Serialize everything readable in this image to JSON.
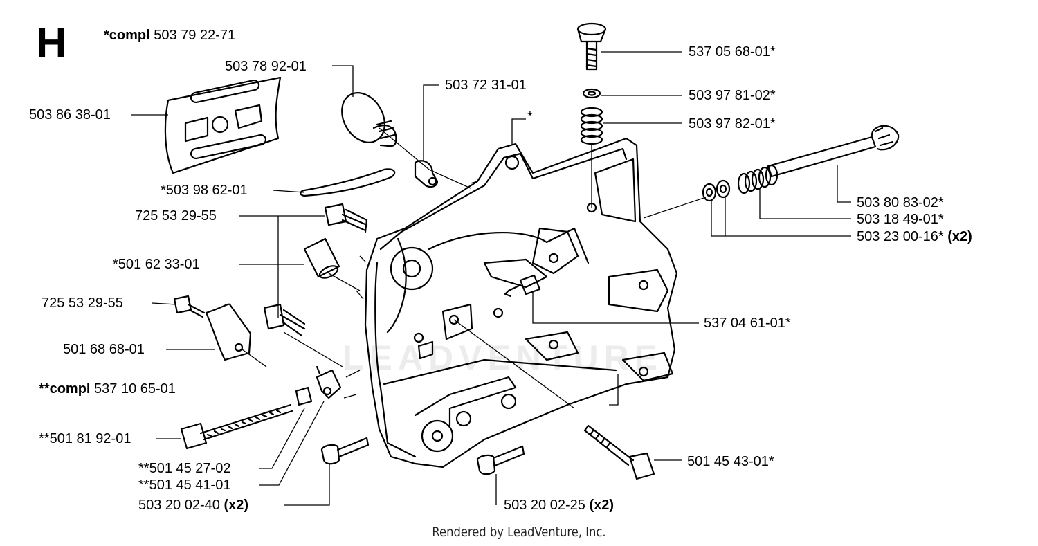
{
  "section_letter": "H",
  "footer": "Rendered by LeadVenture, Inc.",
  "watermark": "LEADVENTURE",
  "kits": [
    {
      "prefix": "*compl",
      "number": "503 79 22-71"
    },
    {
      "prefix": "**compl",
      "number": "537 10 65-01"
    }
  ],
  "parts": [
    {
      "number": "503 78 92-01",
      "qty": ""
    },
    {
      "number": "503 72 31-01",
      "qty": ""
    },
    {
      "number": "503 86 38-01",
      "qty": ""
    },
    {
      "number": "*",
      "qty": ""
    },
    {
      "number": "*503 98 62-01",
      "qty": ""
    },
    {
      "number": "725 53 29-55",
      "qty": ""
    },
    {
      "number": "*501 62 33-01",
      "qty": ""
    },
    {
      "number": "725 53 29-55",
      "qty": ""
    },
    {
      "number": "501 68 68-01",
      "qty": ""
    },
    {
      "number": "**501 81 92-01",
      "qty": ""
    },
    {
      "number": "**501 45 27-02",
      "qty": ""
    },
    {
      "number": "**501 45 41-01",
      "qty": ""
    },
    {
      "number": "503 20 02-40",
      "qty": "(x2)"
    },
    {
      "number": "503 20 02-25",
      "qty": "(x2)"
    },
    {
      "number": "501 45 43-01*",
      "qty": ""
    },
    {
      "number": "537 04 61-01*",
      "qty": ""
    },
    {
      "number": "537 05 68-01*",
      "qty": ""
    },
    {
      "number": "503 97 81-02*",
      "qty": ""
    },
    {
      "number": "503 97 82-01*",
      "qty": ""
    },
    {
      "number": "503 80 83-02*",
      "qty": ""
    },
    {
      "number": "503 18 49-01*",
      "qty": ""
    },
    {
      "number": "503 23 00-16*",
      "qty": "(x2)"
    }
  ]
}
